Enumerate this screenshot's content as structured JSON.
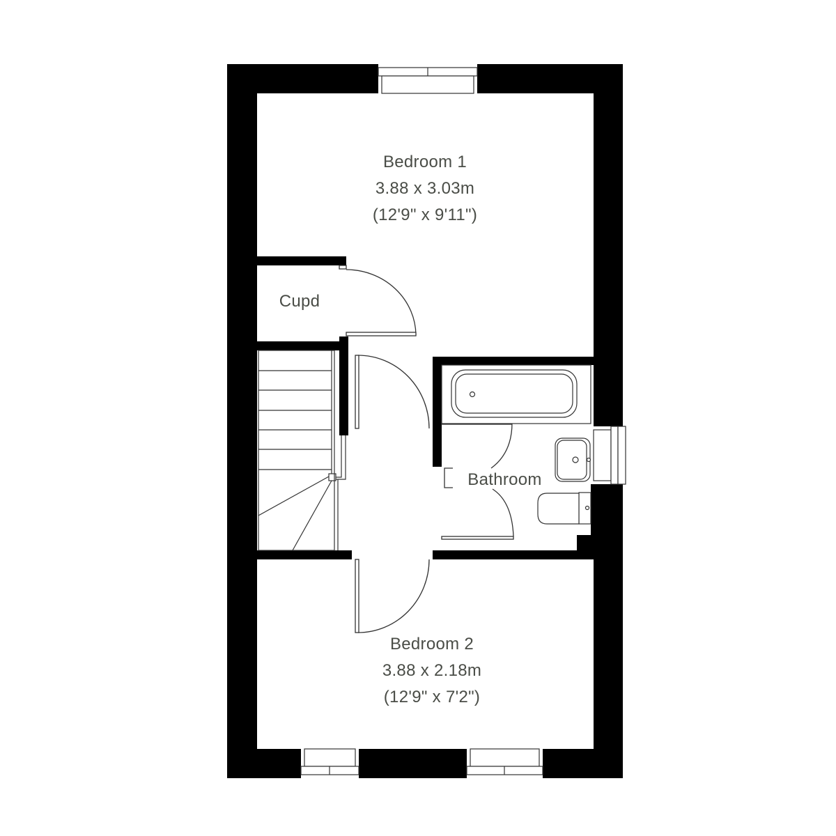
{
  "rooms": {
    "bedroom1": {
      "name": "Bedroom 1",
      "metric": "3.88 x 3.03m",
      "imperial": "(12'9\" x 9'11\")"
    },
    "cupd": {
      "name": "Cupd"
    },
    "bathroom": {
      "name": "Bathroom"
    },
    "bedroom2": {
      "name": "Bedroom 2",
      "metric": "3.88 x 2.18m",
      "imperial": "(12'9\" x 7'2\")"
    }
  },
  "colors": {
    "wall": "#000000",
    "text": "#4a4d47",
    "line": "#333333"
  }
}
